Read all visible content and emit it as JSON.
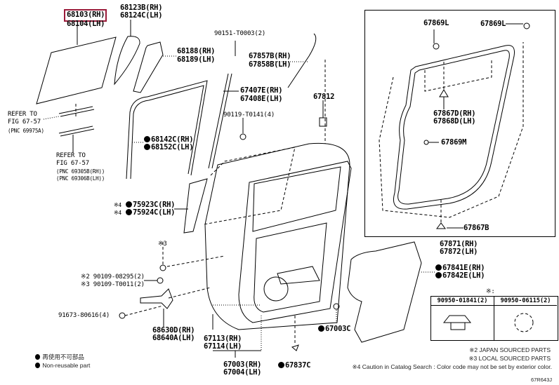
{
  "diagram": {
    "title": "Rear Door Panel & Glass parts illustration",
    "figure_code": "67R643J",
    "highlight_color": "#9b1b3a",
    "highlighted_part": "68103(RH)",
    "labels": {
      "p68103": "68103(RH)",
      "p68104": "68104(LH)",
      "p68123": "68123B(RH)",
      "p68124": "68124C(LH)",
      "p68188": "68188(RH)",
      "p68189": "68189(LH)",
      "p90151": "90151-T0003(2)",
      "p67857": "67857B(RH)",
      "p67858": "67858B(LH)",
      "p67407": "67407E(RH)",
      "p67408": "67408E(LH)",
      "p67812": "67812",
      "p90119": "90119-T0141(4)",
      "p68142": "68142C(RH)",
      "p68152": "68152C(LH)",
      "refer1_line1": "REFER TO",
      "refer1_line2": "FIG 67-57",
      "refer1_line3": "(PNC 69975A)",
      "refer2_line1": "REFER TO",
      "refer2_line2": "FIG 67-57",
      "refer2_line3": "(PNC 69305B(RH))",
      "refer2_line4": "(PNC 69306B(LH))",
      "p75923_mark": "※4",
      "p75923": "75923C(RH)",
      "p75924_mark": "※4",
      "p75924": "75924C(LH)",
      "mark3": "※3",
      "p90109a": "※2 90109-08295(2)",
      "p90109b": "※3 90109-T0011(2)",
      "p91673": "91673-80616(4)",
      "p68630": "68630D(RH)",
      "p68640": "68640A(LH)",
      "p67113": "67113(RH)",
      "p67114": "67114(LH)",
      "p67003": "67003(RH)",
      "p67004": "67004(LH)",
      "p67837": "67837C",
      "p67003c": "67003C",
      "p67869l_a": "67869L",
      "p67869l_b": "67869L",
      "p67867d": "67867D(RH)",
      "p67868d": "67868D(LH)",
      "p67869m": "67869M",
      "p67867b": "67867B",
      "p67871": "67871(RH)",
      "p67872": "67872(LH)",
      "p67841": "67841E(RH)",
      "p67842": "67842E(LH)"
    },
    "fastener_table": {
      "mark": "※:",
      "col1": "90950-01841(2)",
      "col2": "90950-06115(2)"
    },
    "legend": {
      "jp": "再使用不可部品",
      "en": "Non-reusable part"
    },
    "notes": {
      "n2": "※2 JAPAN SOURCED PARTS",
      "n3": "※3 LOCAL SOURCED PARTS",
      "n4": "※4 Caution in Catalog Search : Color code may not be set by exterior color."
    }
  }
}
